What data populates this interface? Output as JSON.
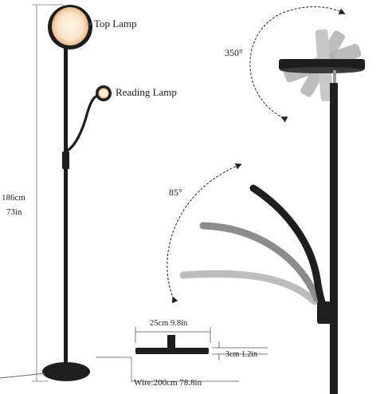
{
  "labels": {
    "top_lamp": "Top Lamp",
    "reading_lamp": "Reading Lamp",
    "height_cm": "186cm",
    "height_in": "73in",
    "rotate_angle": "350°",
    "bend_angle": "85°",
    "base_width": "25cm 9.8in",
    "base_height": "3cm 1.2in",
    "wire_length": "Wire:200cm  78.8in"
  },
  "colors": {
    "lamp_body": "#1e1e1e",
    "light_glow": "#fbe6cf",
    "ghost": "#a6a6a6",
    "dim_line": "#555555"
  }
}
